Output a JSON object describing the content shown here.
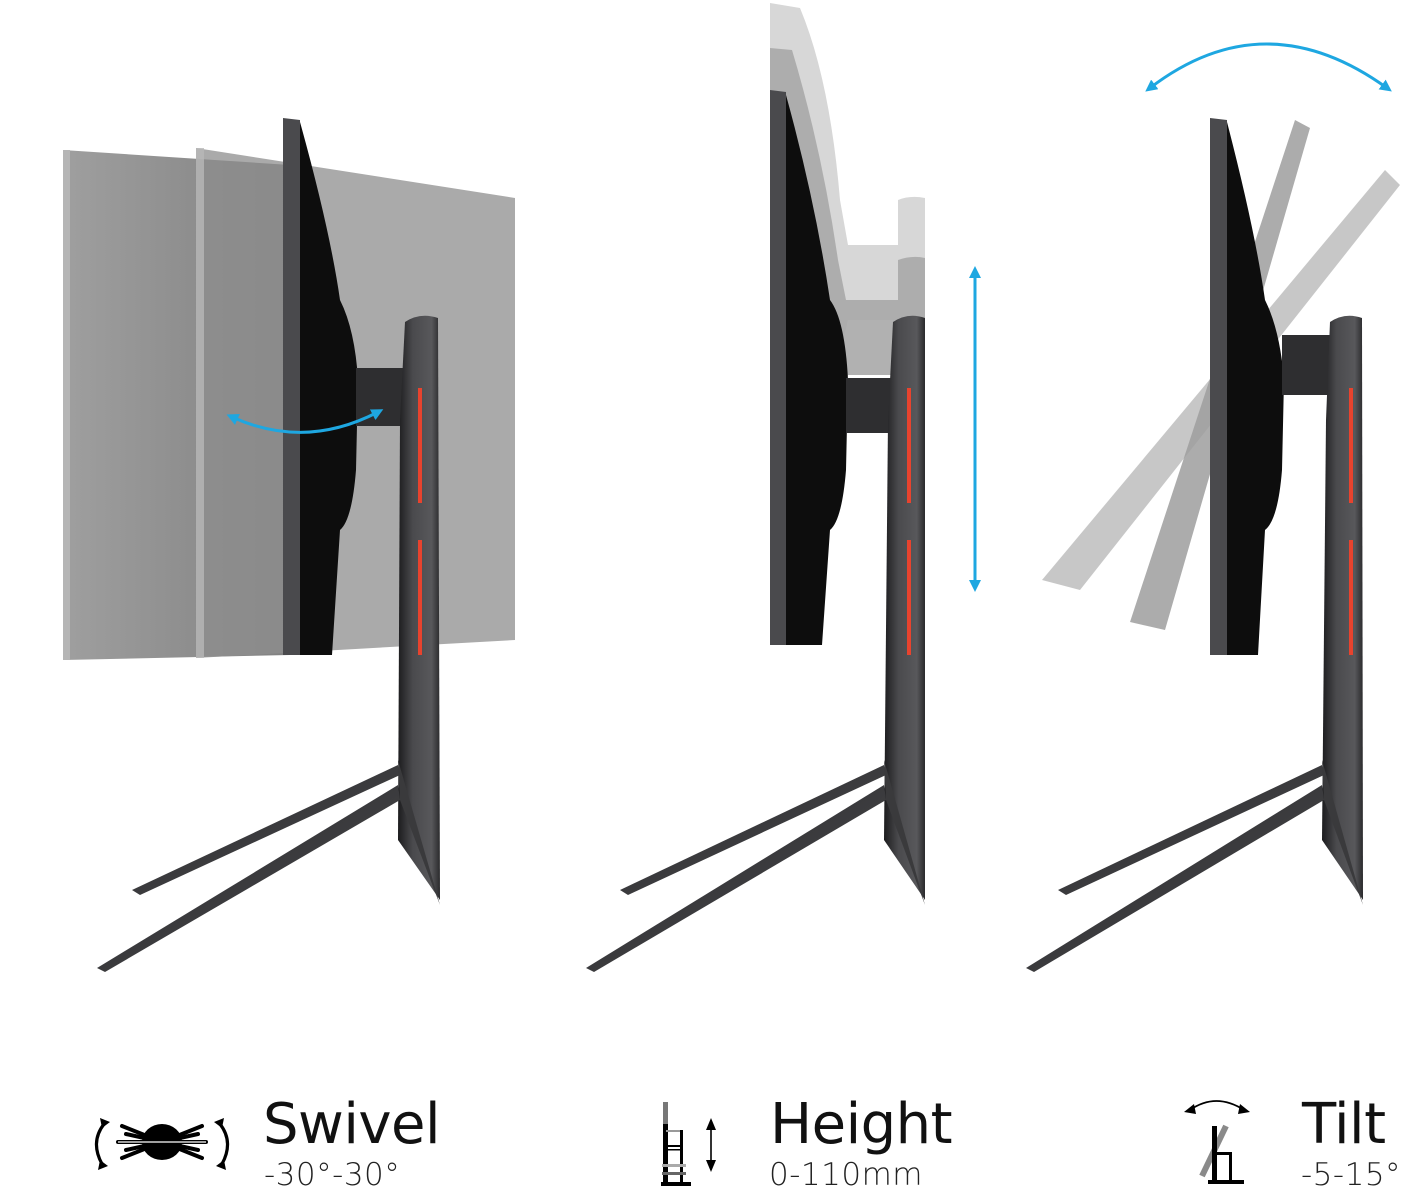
{
  "features": [
    {
      "id": "swivel",
      "name": "Swivel",
      "range": "-30°-30°",
      "icon": "swivel-icon"
    },
    {
      "id": "height",
      "name": "Height",
      "range": "0-110mm",
      "icon": "height-icon"
    },
    {
      "id": "tilt",
      "name": "Tilt",
      "range": "-5-15°",
      "icon": "tilt-icon"
    }
  ],
  "colors": {
    "accent_arrow": "#1ea7e1",
    "stand_dark": "#3a3a3c",
    "panel_black": "#0d0d0d",
    "led_red": "#e8432e",
    "ghost_gray": "#8a8a8a"
  }
}
